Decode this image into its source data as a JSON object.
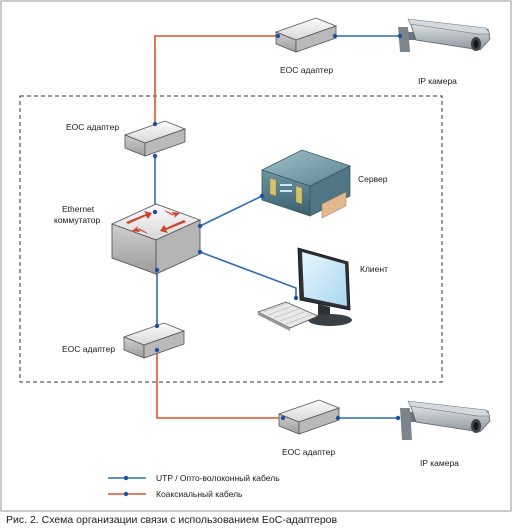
{
  "labels": {
    "eoc_top": "EOC адаптер",
    "camera_top": "IP камера",
    "eoc_left_top": "EOC адаптер",
    "switch": [
      "Ethernet",
      "коммутатор"
    ],
    "server": "Сервер",
    "client": "Клиент",
    "eoc_left_bottom": "EOC адаптер",
    "eoc_bottom": "EOC адаптер",
    "camera_bottom": "IP камера"
  },
  "legend": {
    "utp": "UTP / Опто-волоконный кабель",
    "coax": "Коаксиальный кабель"
  },
  "caption": "Рис. 2. Схема организации связи с использованием EoC-адаптеров",
  "colors": {
    "utp_line": "#2e6db4",
    "coax_line": "#e0532a",
    "node_dot": "#1f4fa0",
    "border": "#9a9a9a",
    "dashed": "#333333"
  }
}
